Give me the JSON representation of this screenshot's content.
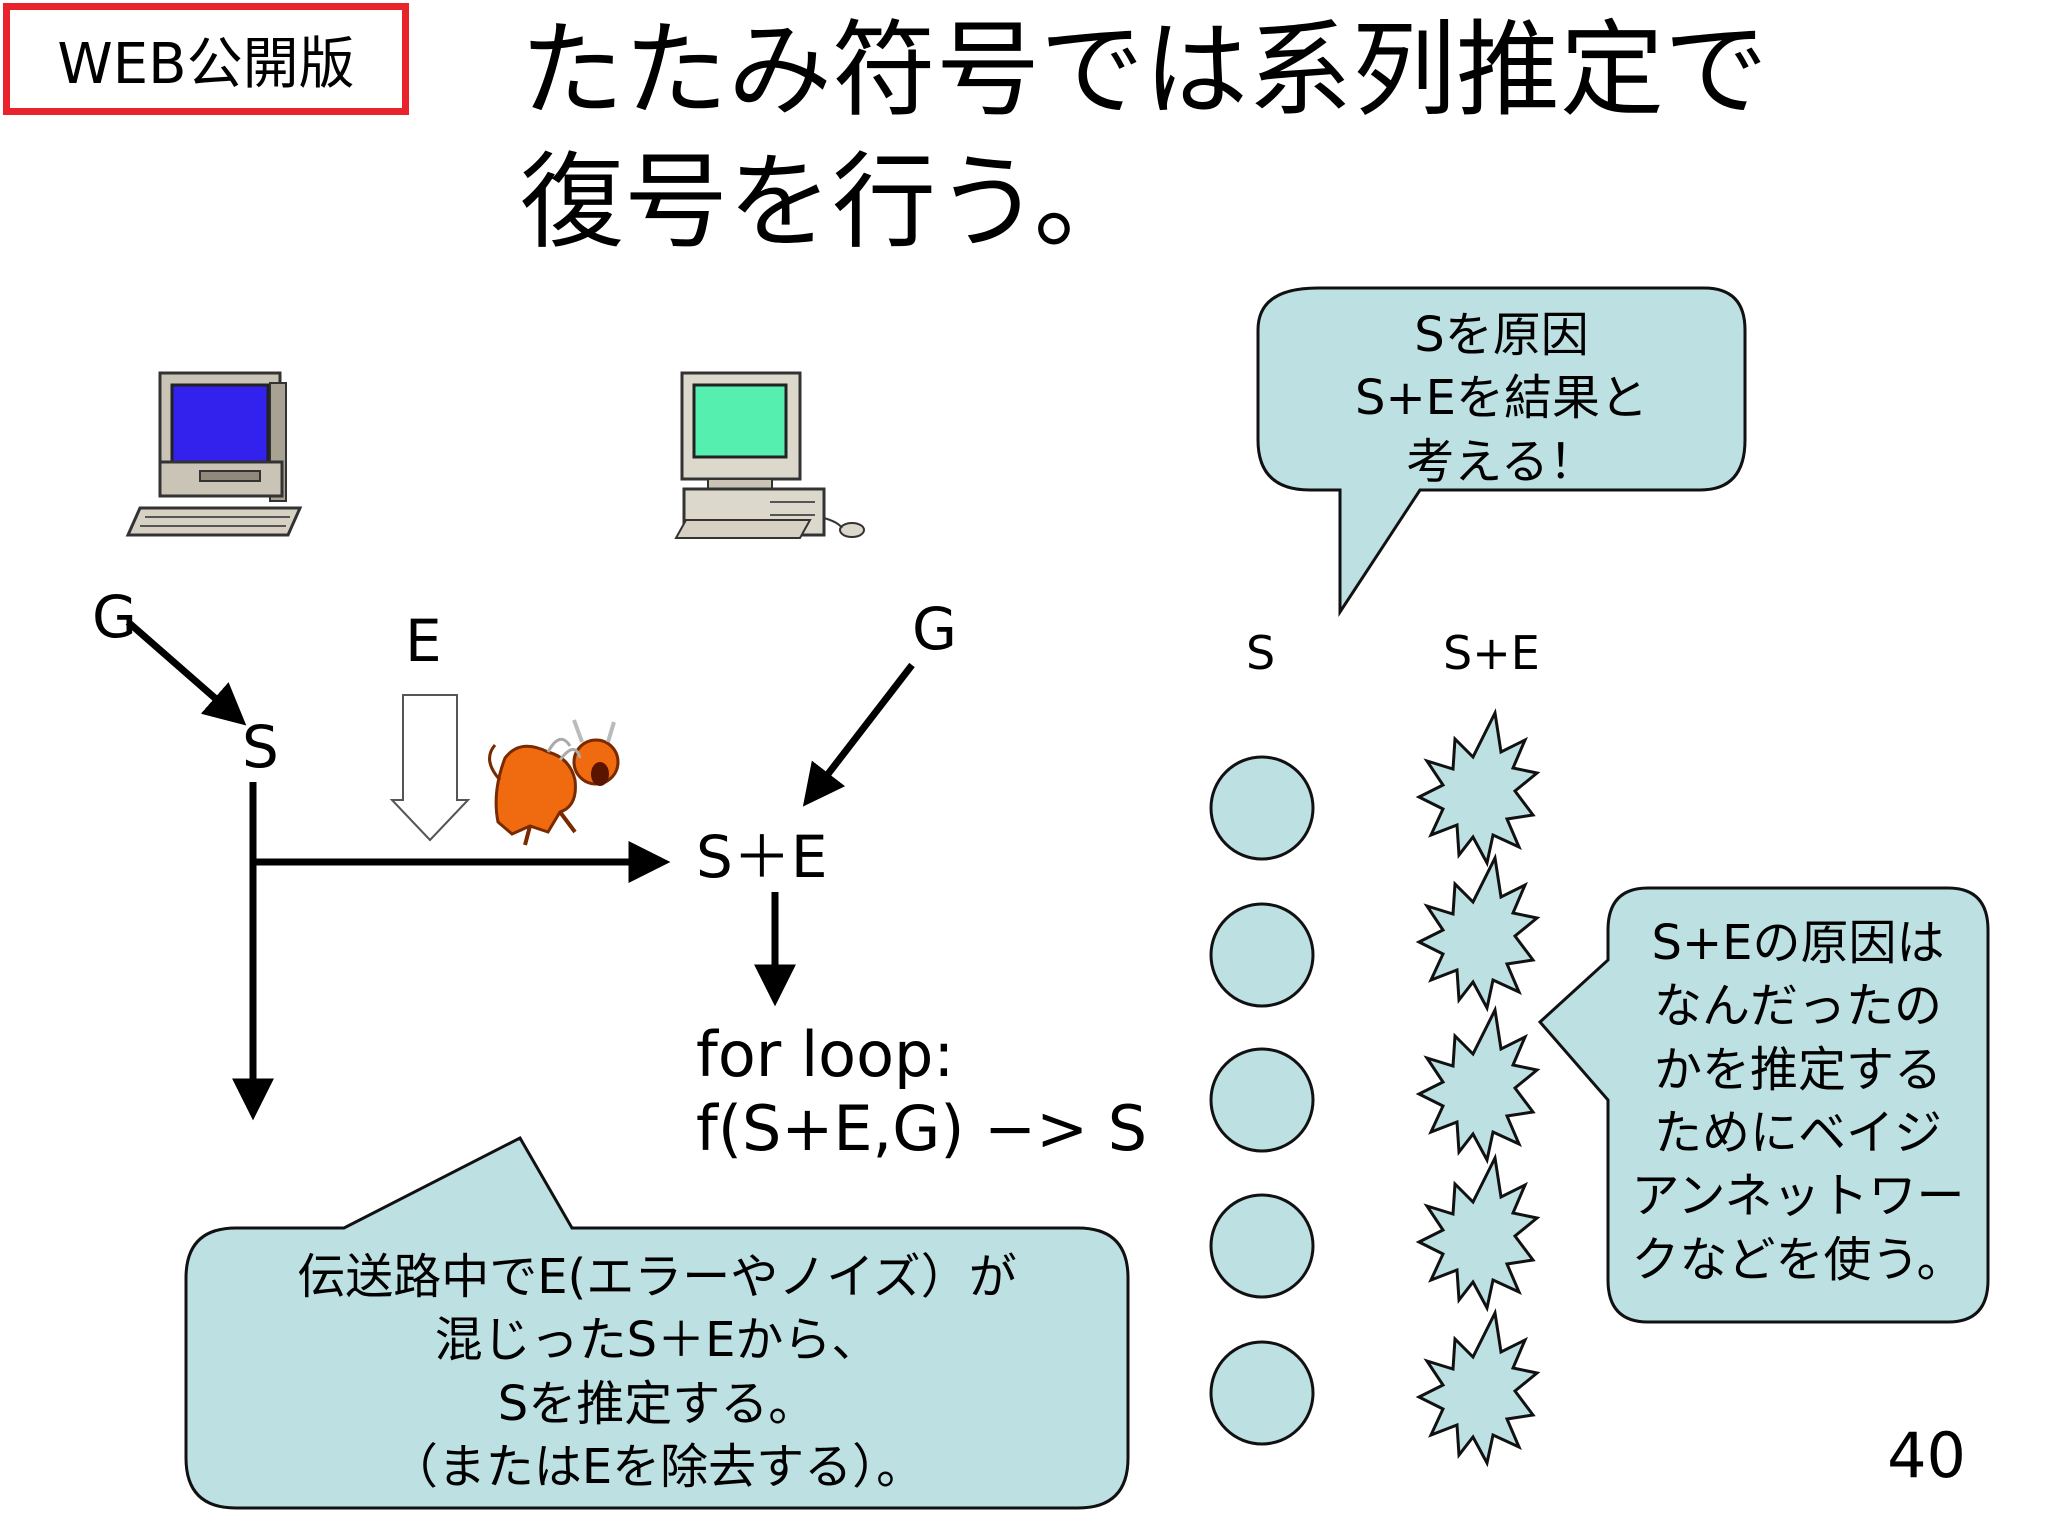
{
  "badge": "WEB公開版",
  "title": {
    "line1": "たたみ符号では系列推定で",
    "line2": "復号を行う。"
  },
  "diagram": {
    "g_left": "G",
    "s_node": "S",
    "e_label": "E",
    "g_right": "G",
    "se_node": "S＋E",
    "loop_line1": "for loop:",
    "loop_line2": "f(S+E,G) −> S"
  },
  "icons": {
    "sender": "computer-blue-screen-icon",
    "receiver": "computer-green-screen-icon",
    "noise": "devil-noise-icon"
  },
  "bubble_top": {
    "line1": "Sを原因",
    "line2": "S+Eを結果と",
    "line3": "考える！"
  },
  "bubble_right": {
    "line1": "S+Eの原因は",
    "line2": "なんだったの",
    "line3": "かを推定する",
    "line4": "ためにベイジ",
    "line5": "アンネットワー",
    "line6": "クなどを使う。"
  },
  "bubble_bottom": {
    "line1": "伝送路中でE(エラーやノイズ）が",
    "line2": "混じったS＋Eから、",
    "line3": "Sを推定する。",
    "line4": "（またはEを除去する）。"
  },
  "columns": {
    "s_header": "S",
    "se_header": "S+E",
    "row_count": 5
  },
  "colors": {
    "bubble_fill": "#bde0e3",
    "badge_border": "#e8232b",
    "sender_screen": "#3322ee",
    "receiver_screen": "#55f0b0"
  },
  "page_number": "40"
}
